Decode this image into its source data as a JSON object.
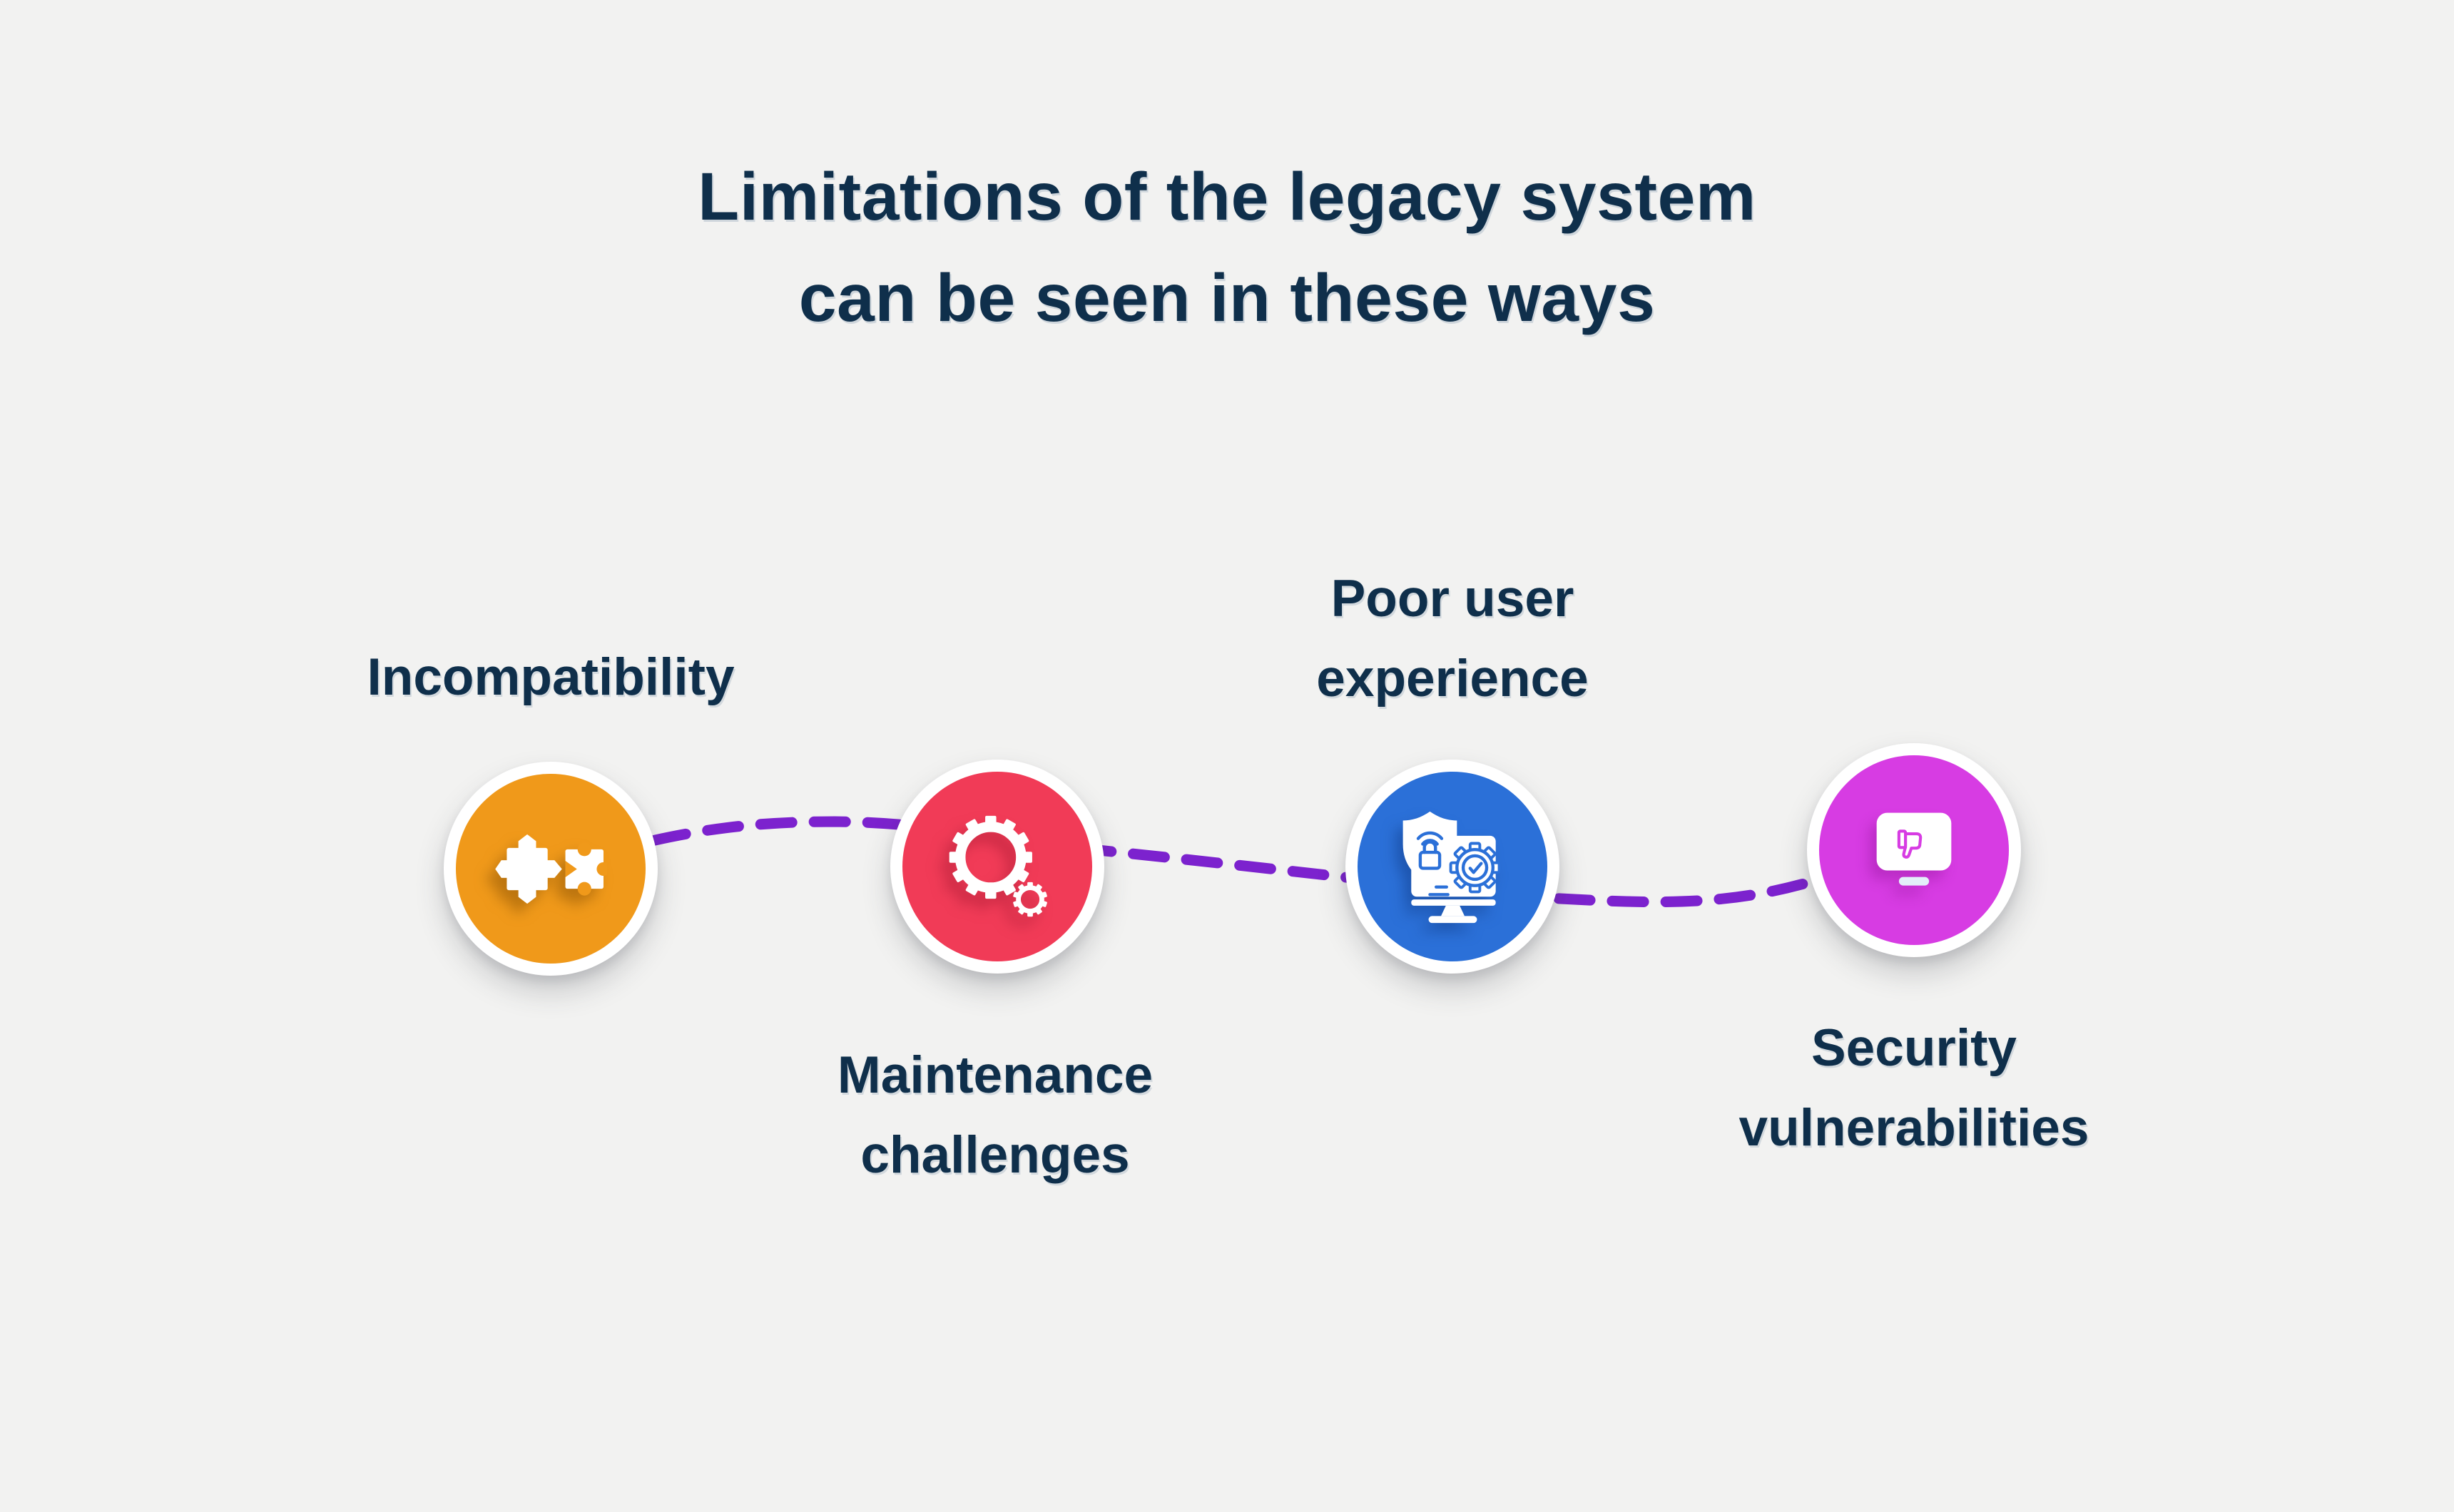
{
  "background_color": "#F2F2F1",
  "text_color": "#0F2F4B",
  "title": {
    "line1": "Limitations of the legacy system",
    "line2": "can be seen in these ways"
  },
  "connector": {
    "color": "#7C22CE",
    "style": "dashed"
  },
  "items": [
    {
      "label": "Incompatibility",
      "lines": [
        "Incompatibility"
      ],
      "color": "#F0991A",
      "icon": "puzzle-pieces-icon",
      "label_position": "above"
    },
    {
      "label": "Maintenance challenges",
      "lines": [
        "Maintenance",
        "challenges"
      ],
      "color": "#F13B57",
      "icon": "gears-icon",
      "label_position": "below"
    },
    {
      "label": "Poor user experience",
      "lines": [
        "Poor user",
        "experience"
      ],
      "color": "#2B70D8",
      "icon": "shielded-monitor-icon",
      "label_position": "above"
    },
    {
      "label": "Security vulnerabilities",
      "lines": [
        "Security",
        "vulnerabilities"
      ],
      "color": "#D73CE3",
      "icon": "thumbs-down-monitor-icon",
      "label_position": "below"
    }
  ]
}
